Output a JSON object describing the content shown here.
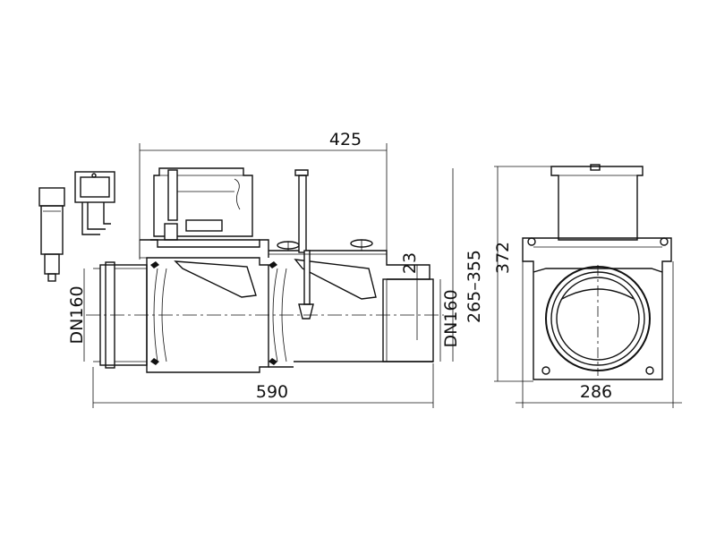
{
  "dimensions": {
    "top_length": "425",
    "bottom_length": "590",
    "inlet_dn": "DN160",
    "outlet_dn": "DN160",
    "offset": "23",
    "height_range": "265–355",
    "total_height": "372",
    "width": "286"
  }
}
